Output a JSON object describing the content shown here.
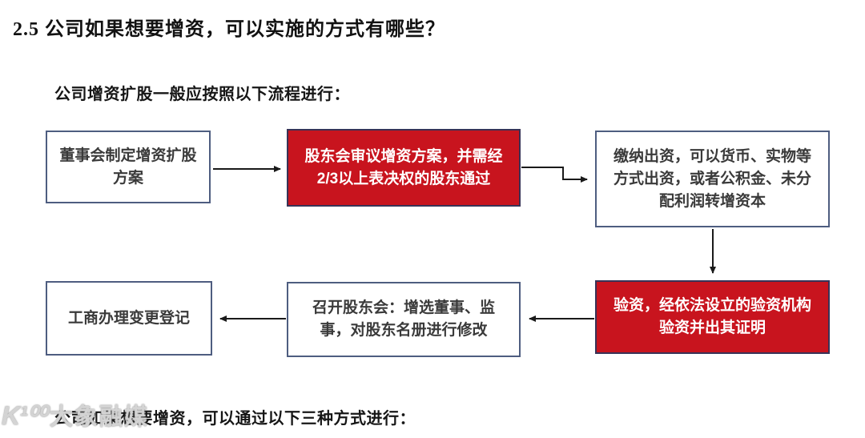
{
  "page": {
    "section_title": "2.5 公司如果想要增资，可以实施的方式有哪些？",
    "intro_text": "公司增资扩股一般应按照以下流程进行：",
    "closing_text": "公司如果想要增资，可以通过以下三种方式进行："
  },
  "flowchart": {
    "steps": [
      {
        "id": "board-plan",
        "variant": "outline",
        "label": "董事会制定增资扩股\n方案"
      },
      {
        "id": "shareholder-review",
        "variant": "red",
        "label": "股东会审议增资方案，并需经\n2/3以上表决权的股东通过"
      },
      {
        "id": "pay-contribution",
        "variant": "outline",
        "label": "缴纳出资，可以货币、实物等\n方式出资，或者公积金、未分\n配利润转增资本"
      },
      {
        "id": "capital-verification",
        "variant": "red",
        "label": "验资，经依法设立的验资机构\n验资并出其证明"
      },
      {
        "id": "shareholder-meeting",
        "variant": "outline",
        "label": "召开股东会：增选董事、监\n事，对股东名册进行修改"
      },
      {
        "id": "registration-change",
        "variant": "outline",
        "label": "工商办理变更登记"
      }
    ]
  },
  "watermark": {
    "logo": "K¹⁰⁰",
    "text": "大象融媒"
  },
  "colors": {
    "red_fill": "#C8141E",
    "red_box_border": "#383357",
    "outline_box_border": "#4E5D80",
    "arrow": "#1A1A1A"
  }
}
